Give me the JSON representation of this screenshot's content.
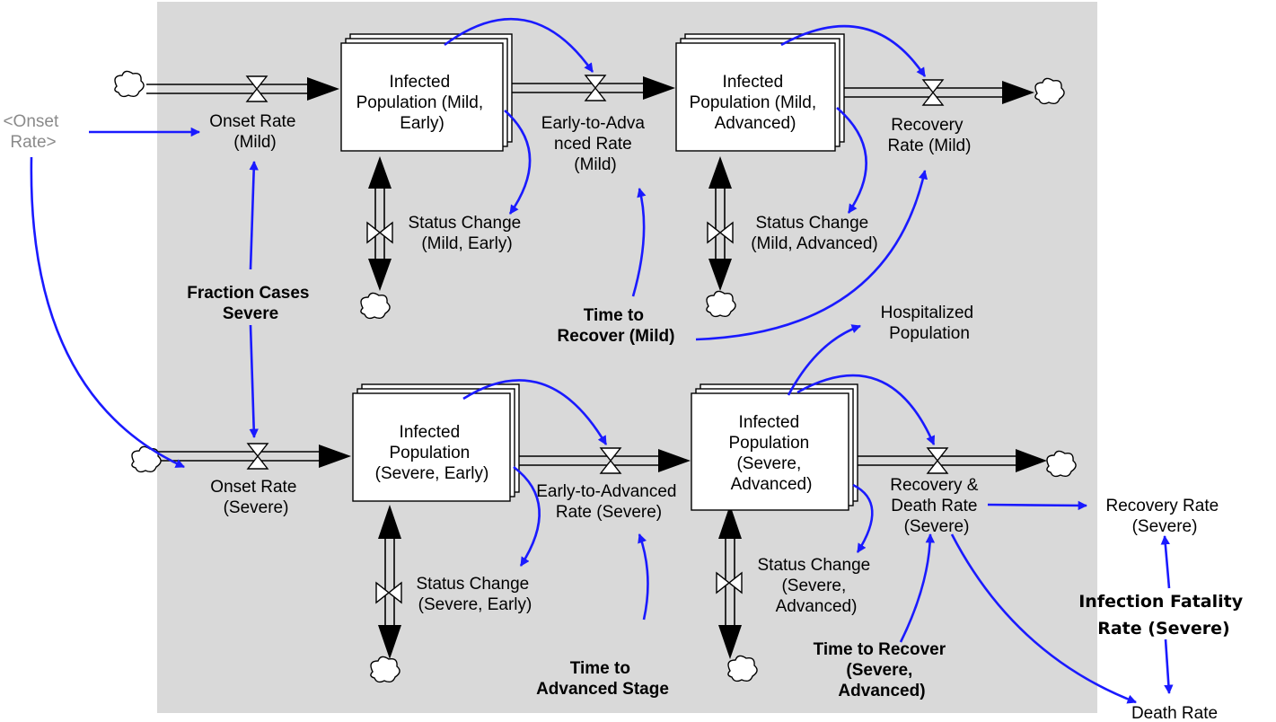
{
  "stocks": {
    "mild_early": [
      "Infected",
      "Population (Mild,",
      "Early)"
    ],
    "mild_advanced": [
      "Infected",
      "Population (Mild,",
      "Advanced)"
    ],
    "severe_early": [
      "Infected",
      "Population",
      "(Severe, Early)"
    ],
    "severe_advanced": [
      "Infected",
      "Population",
      "(Severe,",
      "Advanced)"
    ]
  },
  "flows": {
    "onset_mild": [
      "Onset Rate",
      "(Mild)"
    ],
    "early_to_adv_mild": [
      "Early-to-Adva",
      "nced Rate",
      "(Mild)"
    ],
    "recovery_mild": [
      "Recovery",
      "Rate (Mild)"
    ],
    "status_mild_early": [
      "Status Change",
      "(Mild, Early)"
    ],
    "status_mild_adv": [
      "Status Change",
      "(Mild, Advanced)"
    ],
    "onset_severe": [
      "Onset Rate",
      "(Severe)"
    ],
    "early_to_adv_severe": [
      "Early-to-Advanced",
      "Rate (Severe)"
    ],
    "recovery_death_severe": [
      "Recovery &",
      "Death Rate",
      "(Severe)"
    ],
    "status_severe_early": [
      "Status Change",
      "(Severe, Early)"
    ],
    "status_severe_adv": [
      "Status Change",
      "(Severe,",
      "Advanced)"
    ]
  },
  "auxiliaries": {
    "onset_rate_shadow": [
      "<Onset",
      "Rate>"
    ],
    "fraction_cases_severe": [
      "Fraction Cases",
      "Severe"
    ],
    "time_to_recover_mild": [
      "Time to",
      "Recover (Mild)"
    ],
    "hospitalized_population": [
      "Hospitalized",
      "Population"
    ],
    "time_to_advanced_stage": [
      "Time to",
      "Advanced Stage"
    ],
    "time_to_recover_severe_adv": [
      "Time to Recover",
      "(Severe,",
      "Advanced)"
    ],
    "recovery_rate_severe": [
      "Recovery Rate",
      "(Severe)"
    ],
    "infection_fatality_rate": [
      "Infection Fatality",
      "Rate (Severe)"
    ],
    "death_rate": [
      "Death Rate"
    ]
  },
  "colors": {
    "canvas": "#d9d9d9",
    "link": "#1a1aff",
    "shadow_variable": "#8a8a8a"
  }
}
